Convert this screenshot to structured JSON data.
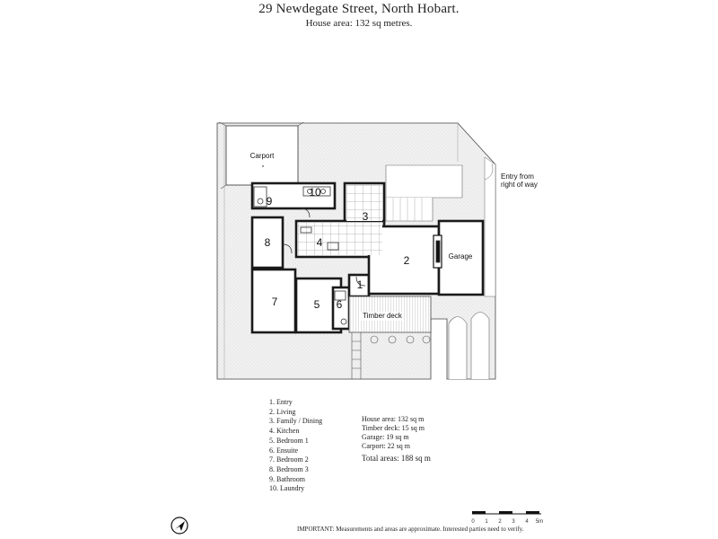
{
  "header": {
    "address": "29 Newdegate Street, North Hobart.",
    "house_area": "House area: 132 sq metres."
  },
  "plan": {
    "rooms": [
      {
        "number": "1"
      },
      {
        "number": "2"
      },
      {
        "number": "3"
      },
      {
        "number": "4"
      },
      {
        "number": "5"
      },
      {
        "number": "6"
      },
      {
        "number": "7"
      },
      {
        "number": "8"
      },
      {
        "number": "9"
      },
      {
        "number": "10"
      }
    ],
    "labels": {
      "carport": "Carport",
      "garage": "Garage",
      "timber_deck": "Timber deck",
      "entry_line1": "Entry from",
      "entry_line2": "right of way"
    }
  },
  "legend": [
    "1. Entry",
    "2. Living",
    "3. Family / Dining",
    "4. Kitchen",
    "5. Bedroom 1",
    "6. Ensuite",
    "7. Bedroom 2",
    "8. Bedroom 3",
    "9. Bathroom",
    "10. Laundry"
  ],
  "areas": {
    "house": "House area: 132 sq m",
    "deck": "Timber deck: 15 sq m",
    "garage": "Garage: 19 sq m",
    "carport": "Carport: 22 sq m",
    "total": "Total areas: 188 sq m"
  },
  "scale": {
    "ticks": [
      "0",
      "1",
      "2",
      "3",
      "4"
    ],
    "end_label": "5m"
  },
  "notice": "IMPORTANT: Measurements and areas are approximate. Interested parties need to verify.",
  "icons": {
    "north": "north-arrow-icon"
  },
  "colors": {
    "wall": "#1a1a1a",
    "line": "#444444",
    "site_shade": "#ededed"
  }
}
